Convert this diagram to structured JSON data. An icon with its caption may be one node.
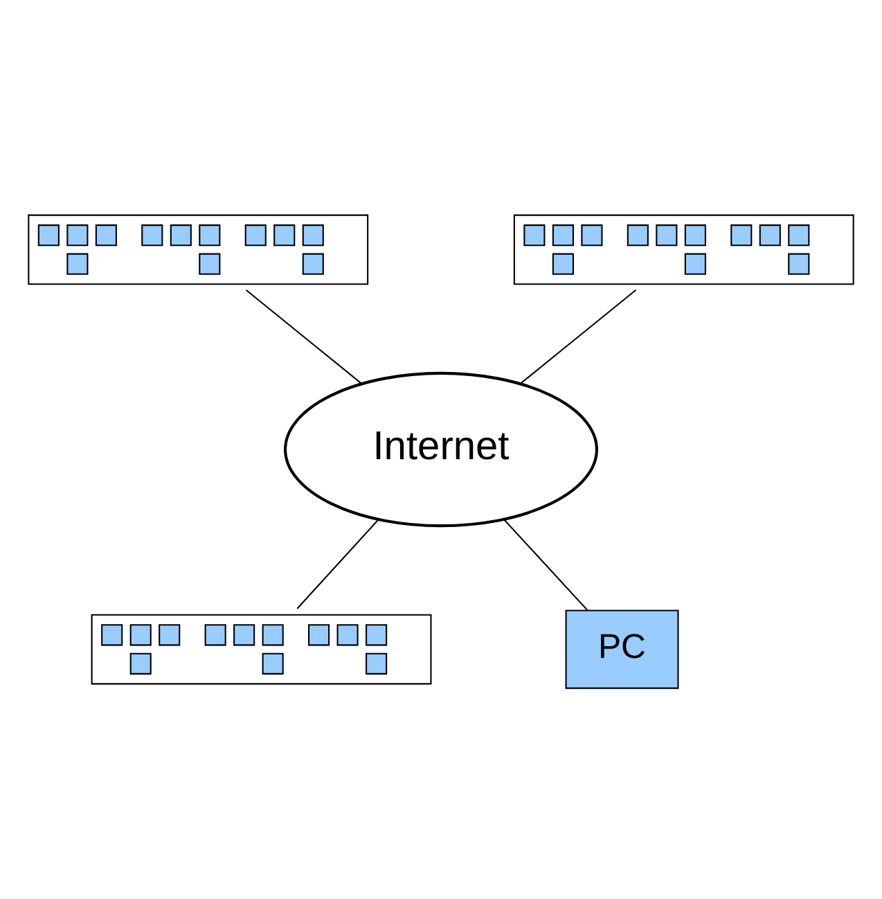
{
  "diagram": {
    "nodes": [
      {
        "text": [],
        "shape": "network"
      },
      {
        "text": [],
        "shape": "network"
      },
      {
        "text": [
          "Internet"
        ]
      },
      {
        "text": [],
        "shape": "network"
      },
      {
        "text": [
          "PC"
        ]
      }
    ],
    "edges": [
      {
        "from": 0,
        "to": 2,
        "arrow": "none"
      },
      {
        "from": 1,
        "to": 2,
        "arrow": "none"
      },
      {
        "from": 2,
        "to": 3,
        "arrow": "none"
      },
      {
        "from": 2,
        "to": 4,
        "arrow": "none"
      }
    ]
  }
}
